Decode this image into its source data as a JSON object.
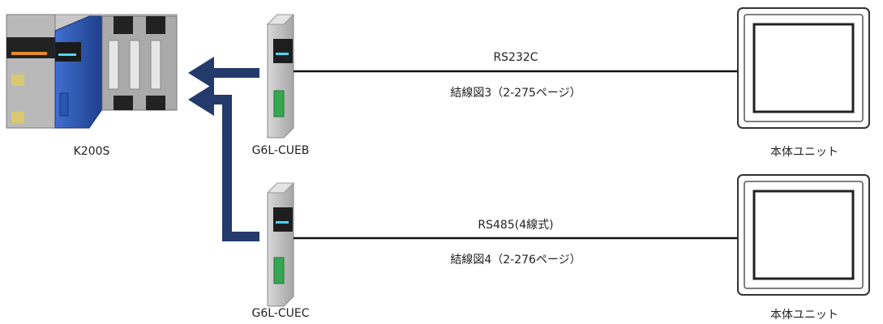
{
  "devices": {
    "plc": {
      "label": "K200S"
    },
    "module_top": {
      "label": "G6L-CUEB"
    },
    "module_bottom": {
      "label": "G6L-CUEC"
    },
    "hmi_top": {
      "label": "本体ユニット"
    },
    "hmi_bottom": {
      "label": "本体ユニット"
    }
  },
  "connections": [
    {
      "protocol": "RS232C",
      "wiring": "結線図3（2-275ページ）"
    },
    {
      "protocol": "RS485(4線式)",
      "wiring": "結線図4（2-276ページ）"
    }
  ],
  "colors": {
    "arrow": "#233a6b",
    "plc_blue": "#2f5bb8",
    "cable": "#111111",
    "led_cyan": "#4fd3f0",
    "led_green": "#36a852"
  }
}
